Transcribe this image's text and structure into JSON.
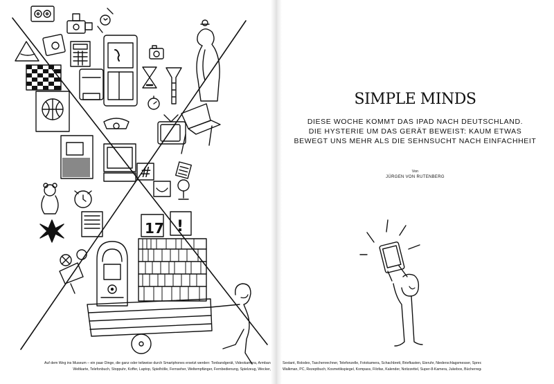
{
  "article": {
    "title": "SIMPLE MINDS",
    "subtitle_lines": [
      "DIESE WOCHE KOMMT DAS IPAD NACH DEUTSCHLAND.",
      "DIE HYSTERIE UM DAS GERÄT BEWEIST: KAUM ETWAS",
      "BEWEGT UNS MEHR ALS DIE SEHNSUCHT NACH EINFACHHEIT"
    ],
    "byline_prefix": "Von",
    "author": "JÜRGEN VON RUTENBERG"
  },
  "caption": {
    "left_line1": "Auf dem Weg ins Museum – ein paar Dinge, die ganz oder teilweise durch Smartphones ersetzt werden: Tonbandgerät, Videokamera, Armbanduhr,",
    "left_line2": "Weltkarte, Telefonbuch, Stoppuhr, Koffer, Laptop, Spielhölle, Fernseher, Weltempfänger, Fernbedienung, Spielzeug, Wecker,",
    "right_line1": "Sextant, Rolodex, Taschenrechner, Telefonzelle, Fotokamera, Schachbrett, Briefkasten, Eieruhr, Niederschlagsmesser, Sprechstunde beim Doktor,",
    "right_line2": "Walkman, PC, Rezeptbuch, Kosmetikspiegel, Kompass, Filofax, Kalender, Notizzettel, Super-8-Kamera, Jukebox, Bücherregal"
  },
  "illustration": {
    "calendar_day": "17",
    "exclamation": "!",
    "keypad_symbol": "#",
    "icons": [
      "tape-recorder-icon",
      "video-camera-icon",
      "wristwatch-icon",
      "phone-booth-icon",
      "camera-icon",
      "chessboard-icon",
      "mailbox-icon",
      "hourglass-icon",
      "rain-gauge-icon",
      "doctor-icon",
      "globe-map-icon",
      "stopwatch-icon",
      "telephone-icon",
      "tv-icon",
      "laptop-icon",
      "computer-icon",
      "radio-icon",
      "calculator-icon",
      "teddy-bear-icon",
      "alarm-clock-icon",
      "compass-rose-icon",
      "jukebox-icon",
      "bookshelf-icon",
      "walking-man-icon",
      "cart-icon",
      "man-with-tablet-icon"
    ]
  },
  "colors": {
    "ink": "#111111",
    "paper": "#ffffff"
  }
}
